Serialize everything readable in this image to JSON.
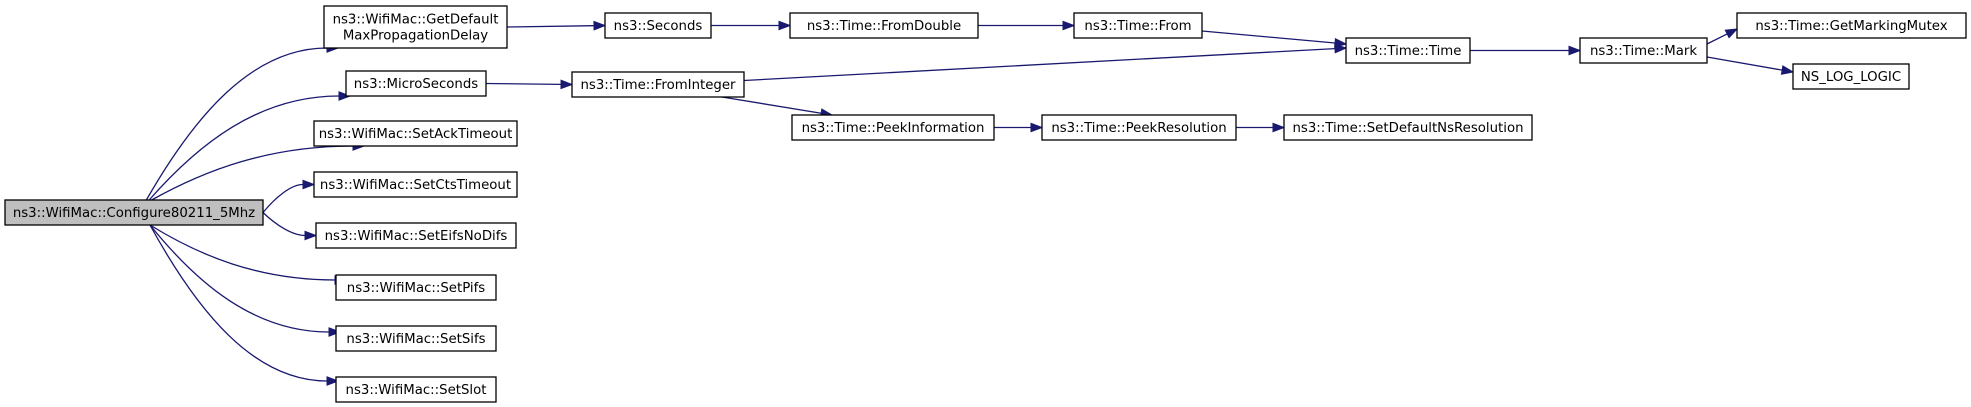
{
  "nodes": [
    {
      "id": "root",
      "lines": [
        "ns3::WifiMac::Configure80211_5Mhz"
      ],
      "root": true
    },
    {
      "id": "getdefault",
      "lines": [
        "ns3::WifiMac::GetDefault",
        "MaxPropagationDelay"
      ]
    },
    {
      "id": "microseconds",
      "lines": [
        "ns3::MicroSeconds"
      ]
    },
    {
      "id": "setacktimeout",
      "lines": [
        "ns3::WifiMac::SetAckTimeout"
      ]
    },
    {
      "id": "setctstimeout",
      "lines": [
        "ns3::WifiMac::SetCtsTimeout"
      ]
    },
    {
      "id": "seteifsnodifs",
      "lines": [
        "ns3::WifiMac::SetEifsNoDifs"
      ]
    },
    {
      "id": "setpifs",
      "lines": [
        "ns3::WifiMac::SetPifs"
      ]
    },
    {
      "id": "setsifs",
      "lines": [
        "ns3::WifiMac::SetSifs"
      ]
    },
    {
      "id": "setslot",
      "lines": [
        "ns3::WifiMac::SetSlot"
      ]
    },
    {
      "id": "seconds",
      "lines": [
        "ns3::Seconds"
      ]
    },
    {
      "id": "fromdouble",
      "lines": [
        "ns3::Time::FromDouble"
      ]
    },
    {
      "id": "from",
      "lines": [
        "ns3::Time::From"
      ]
    },
    {
      "id": "time",
      "lines": [
        "ns3::Time::Time"
      ]
    },
    {
      "id": "mark",
      "lines": [
        "ns3::Time::Mark"
      ]
    },
    {
      "id": "getmarkingmutex",
      "lines": [
        "ns3::Time::GetMarkingMutex"
      ]
    },
    {
      "id": "nslog",
      "lines": [
        "NS_LOG_LOGIC"
      ]
    },
    {
      "id": "frominteger",
      "lines": [
        "ns3::Time::FromInteger"
      ]
    },
    {
      "id": "peekinformation",
      "lines": [
        "ns3::Time::PeekInformation"
      ]
    },
    {
      "id": "peekresolution",
      "lines": [
        "ns3::Time::PeekResolution"
      ]
    },
    {
      "id": "setdefaultns",
      "lines": [
        "ns3::Time::SetDefaultNsResolution"
      ]
    }
  ],
  "edges": [
    {
      "from": "root",
      "to": "getdefault"
    },
    {
      "from": "root",
      "to": "microseconds"
    },
    {
      "from": "root",
      "to": "setacktimeout"
    },
    {
      "from": "root",
      "to": "setctstimeout"
    },
    {
      "from": "root",
      "to": "seteifsnodifs"
    },
    {
      "from": "root",
      "to": "setpifs"
    },
    {
      "from": "root",
      "to": "setsifs"
    },
    {
      "from": "root",
      "to": "setslot"
    },
    {
      "from": "getdefault",
      "to": "seconds"
    },
    {
      "from": "seconds",
      "to": "fromdouble"
    },
    {
      "from": "fromdouble",
      "to": "from"
    },
    {
      "from": "from",
      "to": "time"
    },
    {
      "from": "time",
      "to": "mark"
    },
    {
      "from": "mark",
      "to": "getmarkingmutex"
    },
    {
      "from": "mark",
      "to": "nslog"
    },
    {
      "from": "microseconds",
      "to": "frominteger"
    },
    {
      "from": "frominteger",
      "to": "time"
    },
    {
      "from": "frominteger",
      "to": "peekinformation"
    },
    {
      "from": "peekinformation",
      "to": "peekresolution"
    },
    {
      "from": "peekresolution",
      "to": "setdefaultns"
    }
  ],
  "colors": {
    "edge": "#191970",
    "root_fill": "#bfbfbf",
    "node_fill": "#ffffff",
    "node_border": "#000000"
  }
}
